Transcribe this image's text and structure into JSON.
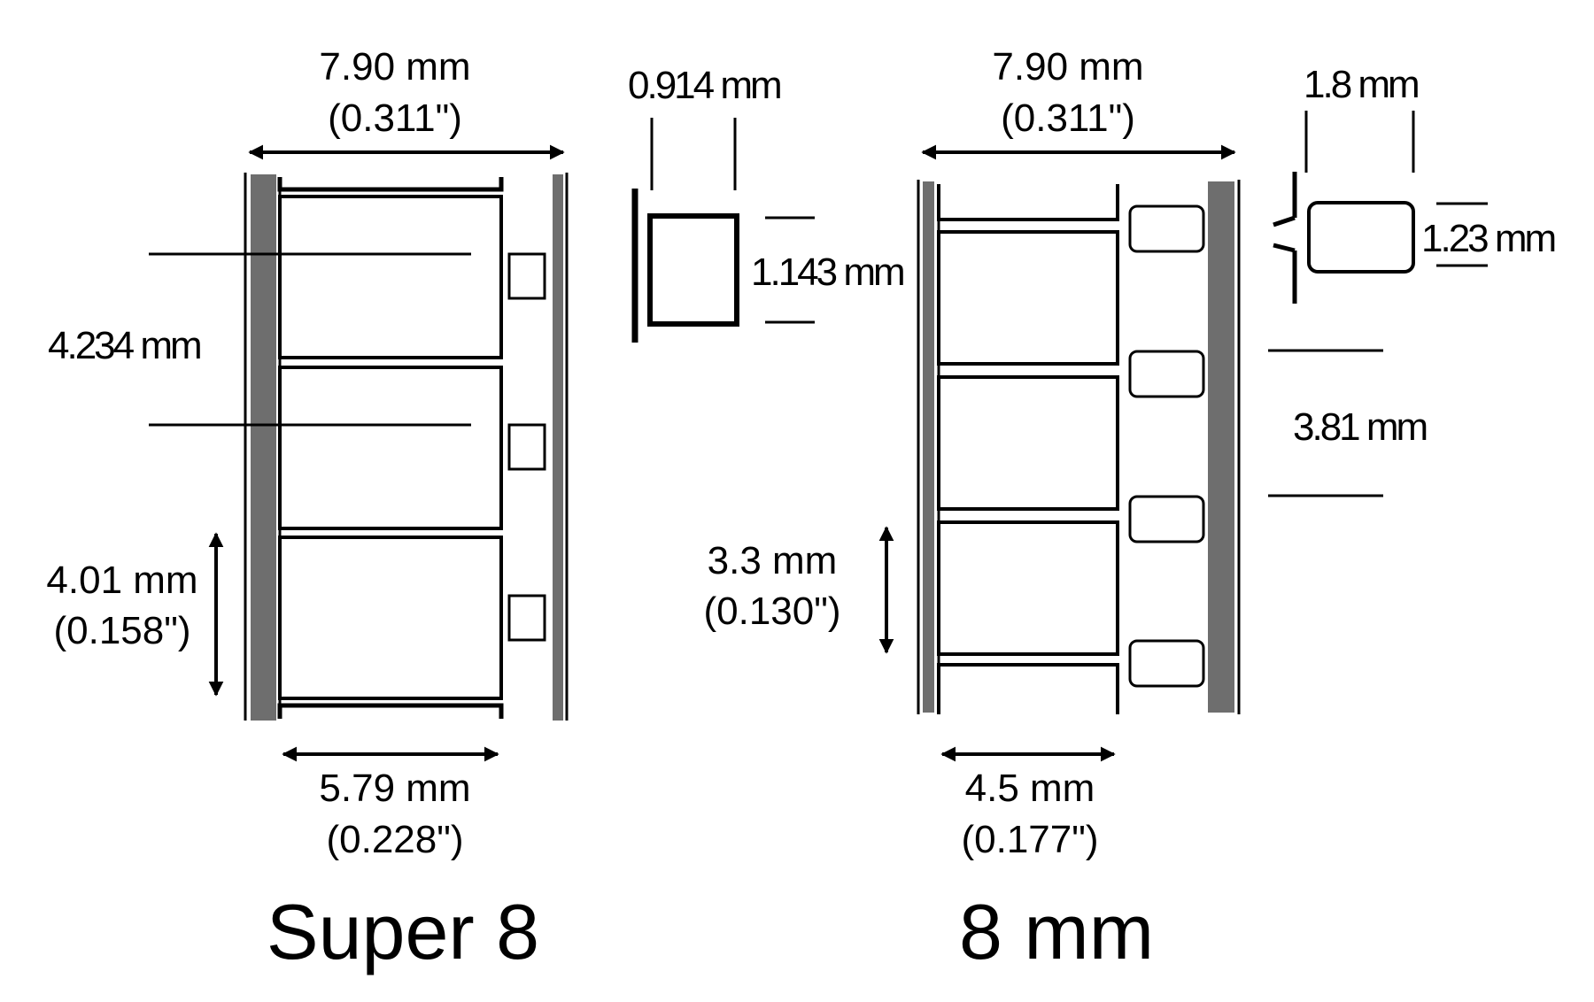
{
  "super8": {
    "title": "Super 8",
    "width_mm": "7.90 mm",
    "width_in": "(0.311\")",
    "pitch_mm": "4.234 mm",
    "frame_height_mm": "4.01 mm",
    "frame_height_in": "(0.158\")",
    "frame_width_mm": "5.79 mm",
    "frame_width_in": "(0.228\")",
    "perf_width_mm": "0.914 mm",
    "perf_height_mm": "1.143 mm"
  },
  "std8": {
    "title": "8 mm",
    "width_mm": "7.90 mm",
    "width_in": "(0.311\")",
    "perf_width_mm": "1.8 mm",
    "perf_height_mm": "1.23 mm",
    "pitch_mm": "3.81 mm",
    "frame_height_mm": "3.3 mm",
    "frame_height_in": "(0.130\")",
    "frame_width_mm": "4.5 mm",
    "frame_width_in": "(0.177\")"
  },
  "colors": {
    "ink": "#000000",
    "film_edge": "#6e6e6e",
    "background": "#ffffff"
  }
}
